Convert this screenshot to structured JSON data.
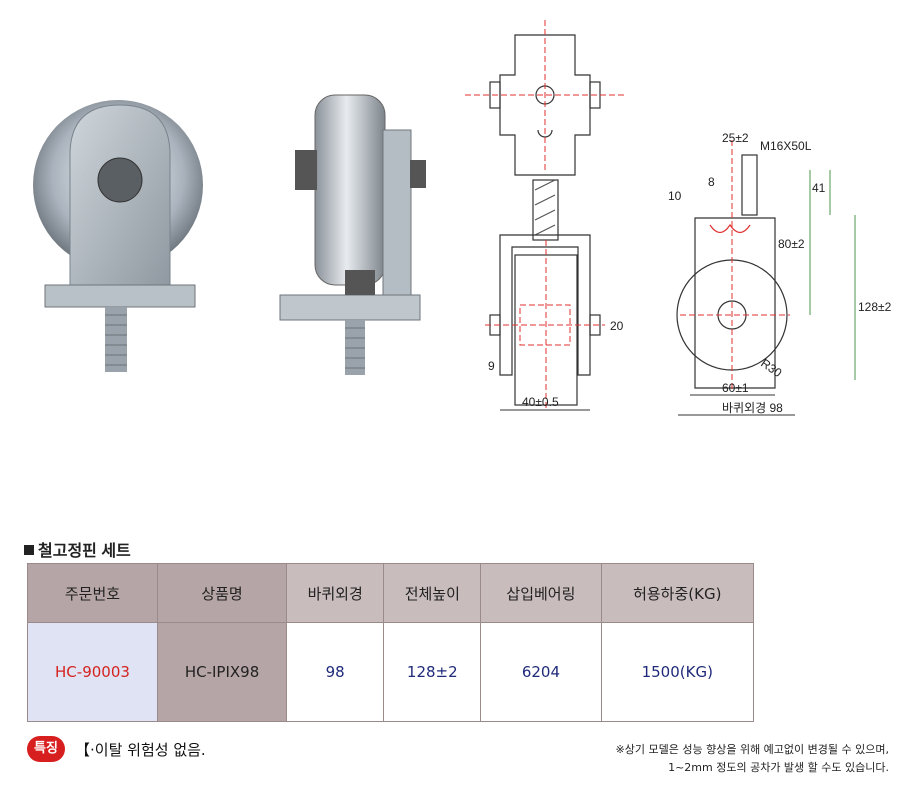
{
  "drawing_labels": {
    "dim_25": "25±2",
    "bolt": "M16X50L",
    "dim_8": "8",
    "dim_10": "10",
    "dim_41": "41",
    "dim_80": "80±2",
    "dim_128": "128±2",
    "dim_r30": "R30",
    "dim_60": "60±1",
    "wheel_dia_label": "바퀴외경 98",
    "dim_20": "20",
    "dim_9": "9",
    "dim_40": "40±0.5"
  },
  "section": {
    "title": "철고정핀 세트"
  },
  "table": {
    "headers": [
      "주문번호",
      "상품명",
      "바퀴외경",
      "전체높이",
      "삽입베어링",
      "허용하중(KG)"
    ],
    "row": [
      "HC-90003",
      "HC-IPIX98",
      "98",
      "128±2",
      "6204",
      "1500(KG)"
    ]
  },
  "feature": {
    "badge": "특징",
    "text": "·이탈 위험성 없음."
  },
  "note": {
    "line1": "※상기 모델은 성능 향상을 위해 예고없이 변경될 수 있으며,",
    "line2": "1~2mm 정도의  공차가 발생 할 수도 있습니다."
  },
  "colors": {
    "header_bg": "#c9bcbd",
    "product_bg": "#b6a5a6",
    "order_bg": "#dfe3f3",
    "accent_red": "#d4231f",
    "value_blue": "#1f2a7a"
  }
}
